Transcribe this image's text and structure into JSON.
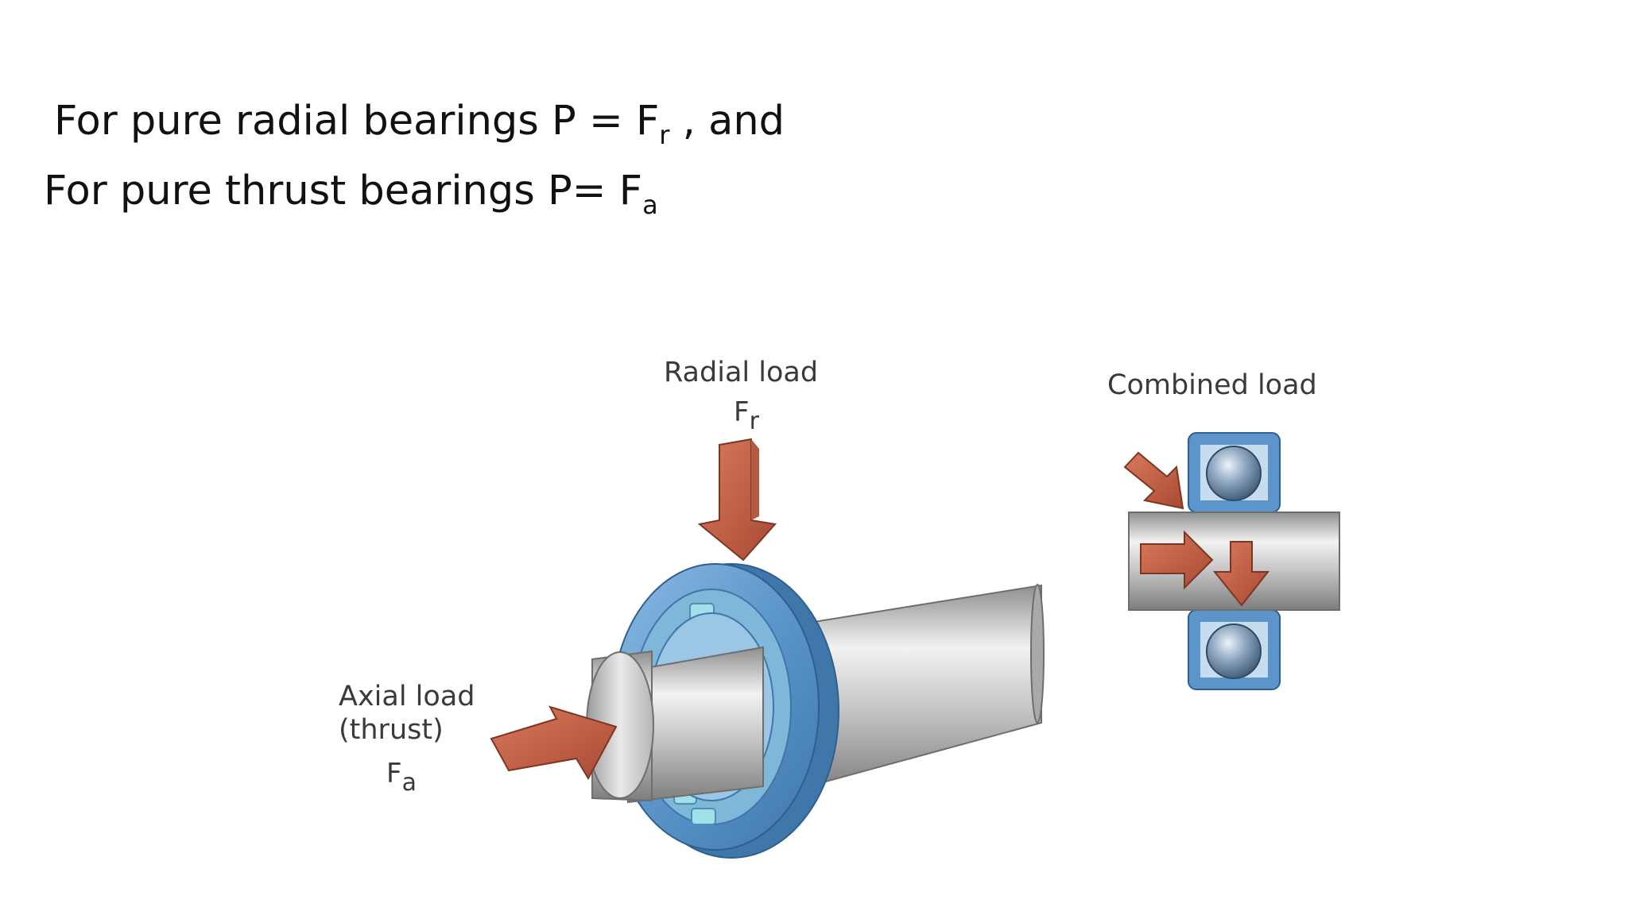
{
  "text_lines": {
    "line1": {
      "prefix": "For pure radial bearings P = F",
      "sub": "r",
      "suffix": " , and"
    },
    "line2": {
      "prefix": "For pure thrust bearings  P= F",
      "sub": "a"
    }
  },
  "diagram": {
    "radial_label": "Radial load",
    "radial_symbol": "F",
    "radial_symbol_sub": "r",
    "axial_label_1": "Axial load",
    "axial_label_2": "(thrust)",
    "axial_symbol": "F",
    "axial_symbol_sub": "a",
    "combined_label": "Combined load"
  },
  "colors": {
    "bearing_blue": "#5b95c9",
    "arrow_red": "#c86548",
    "shaft_grey": "#bfbfbf"
  }
}
